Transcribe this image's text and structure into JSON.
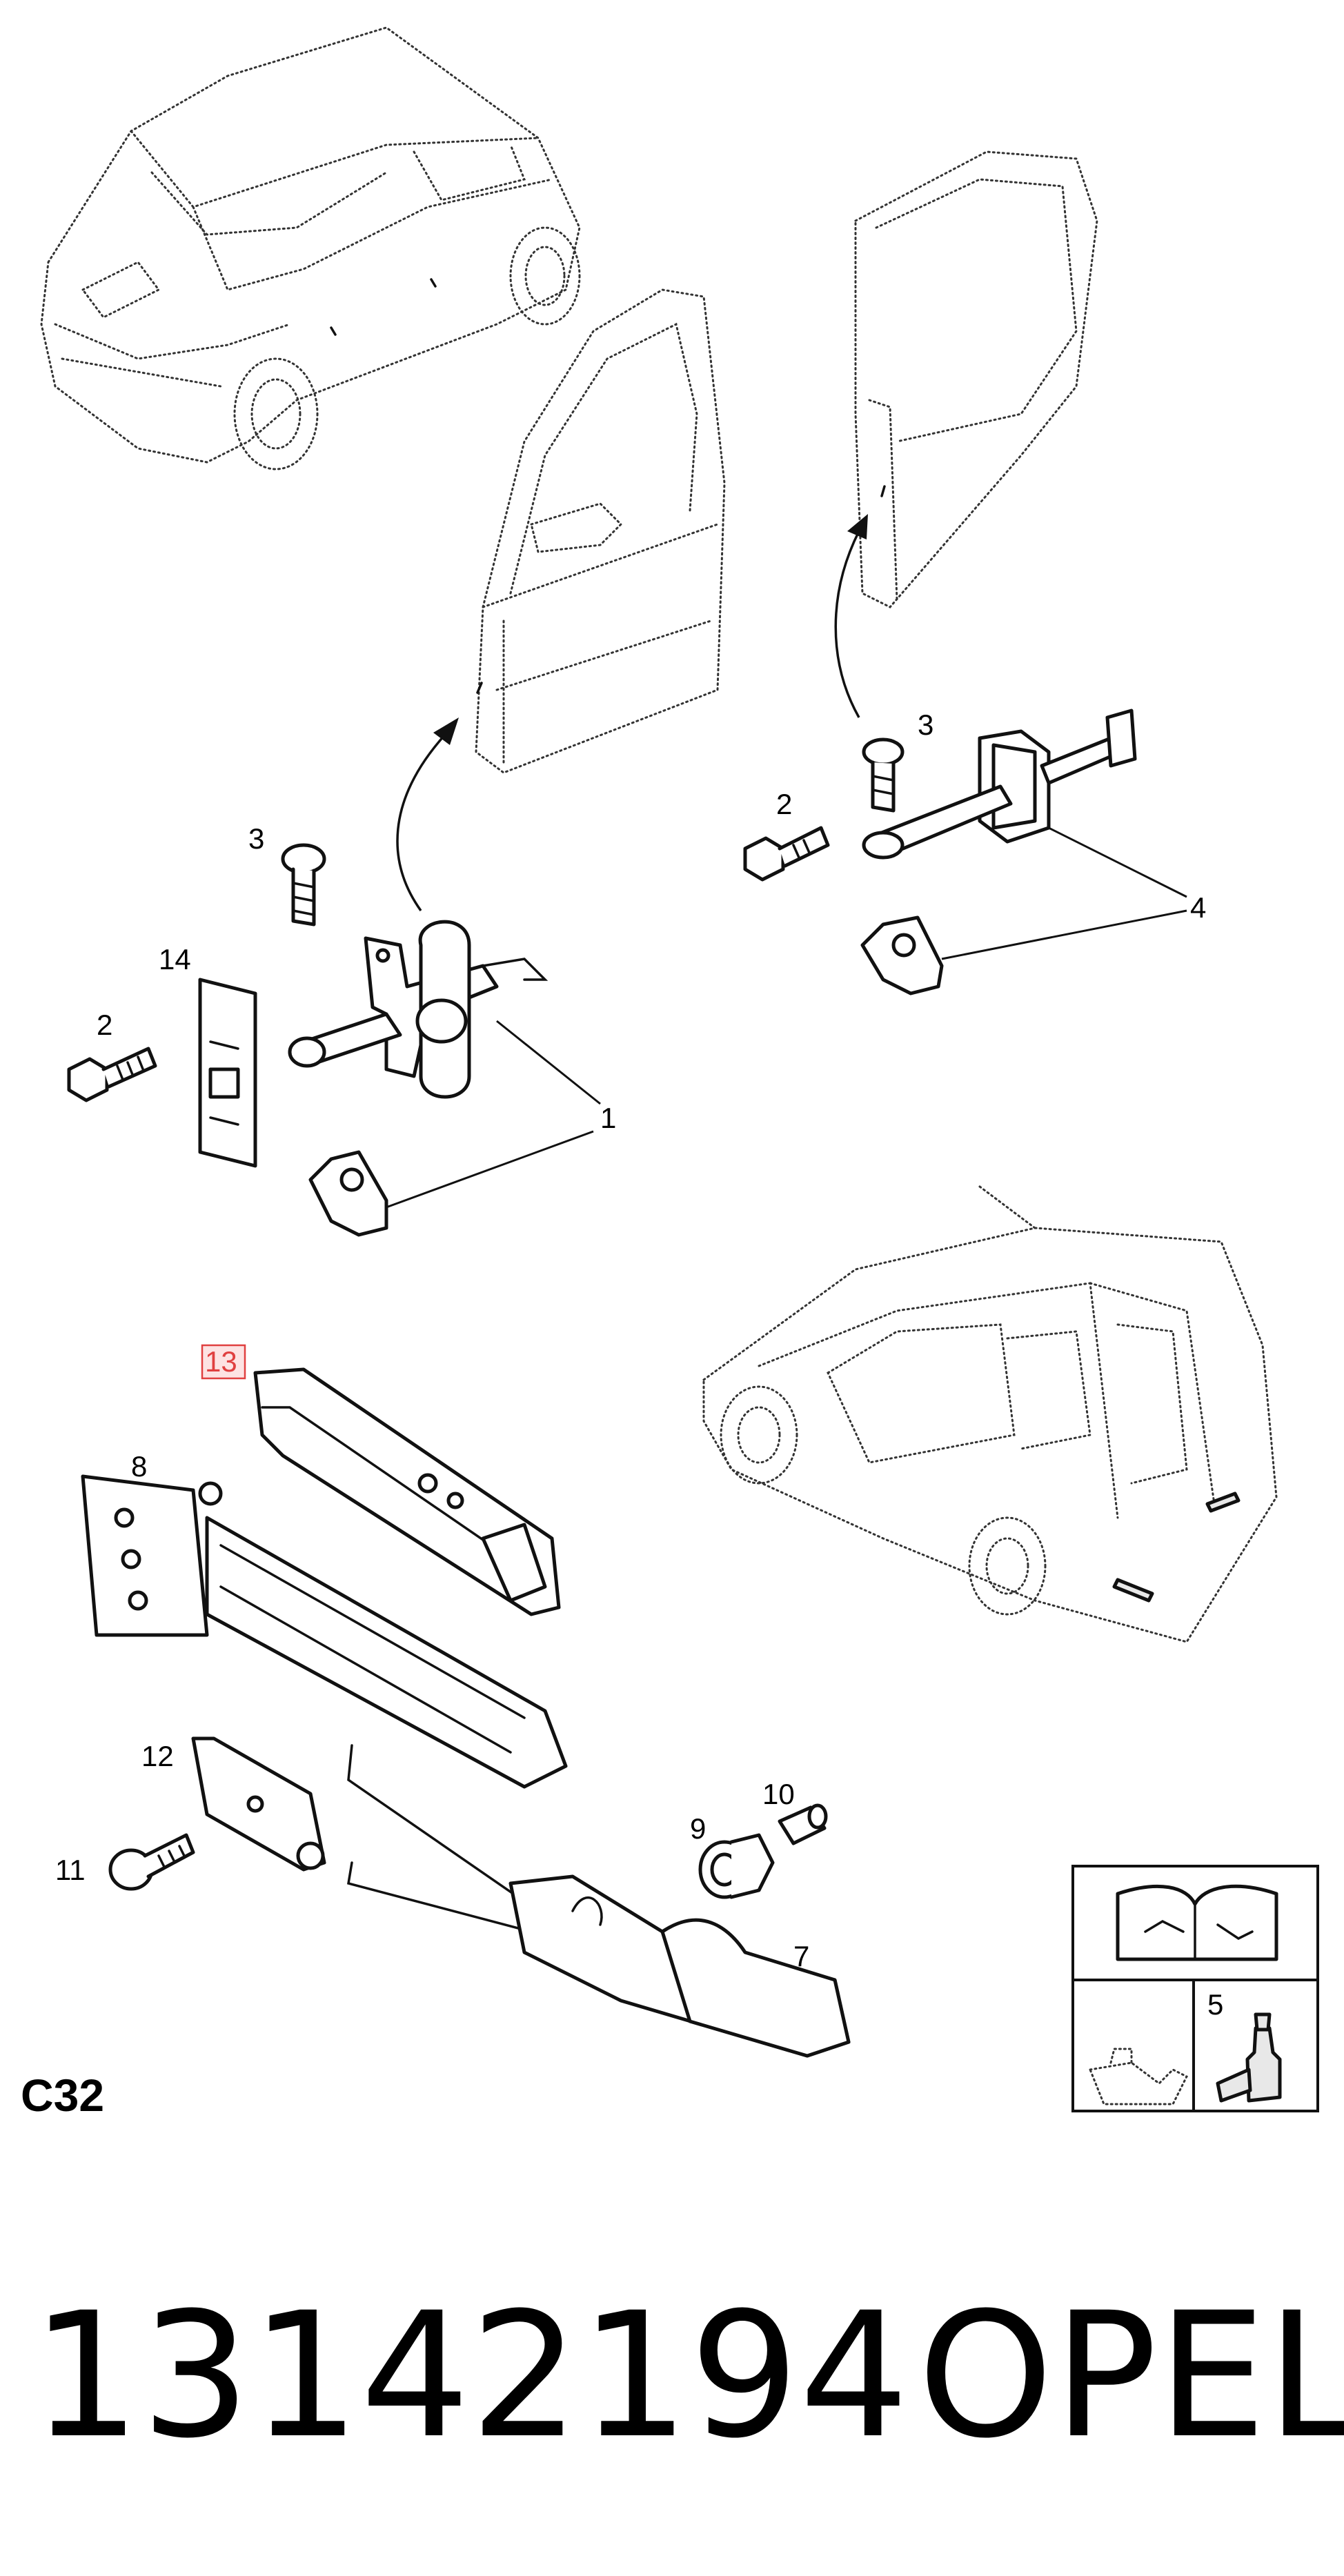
{
  "callouts": {
    "c1": "1",
    "c2a": "2",
    "c2b": "2",
    "c3a": "3",
    "c3b": "3",
    "c4": "4",
    "c5": "5",
    "c7": "7",
    "c8": "8",
    "c9": "9",
    "c10": "10",
    "c11": "11",
    "c12": "12",
    "c13": "13",
    "c14": "14"
  },
  "section_code": "C32",
  "footer": {
    "part_number": "13142194",
    "brand": "OPEL"
  },
  "icons": [
    "repair-manual-icon",
    "oil-can-icon",
    "lubricant-bottle-icon"
  ],
  "colors": {
    "highlight": "#e04040",
    "highlight_fill": "#fde3e3",
    "line": "#111111"
  }
}
